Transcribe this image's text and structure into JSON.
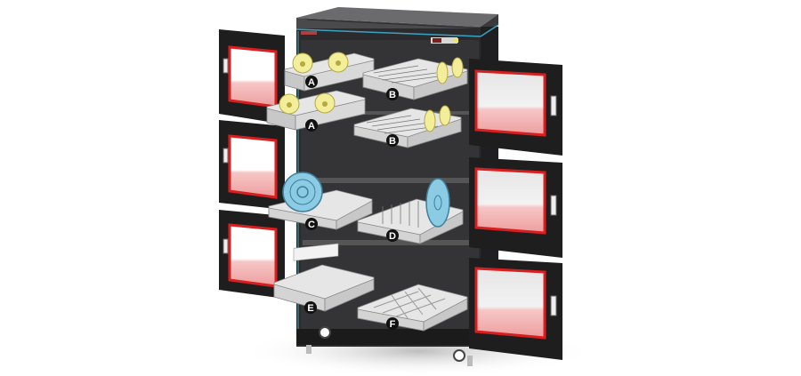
{
  "figure": {
    "subject": "dry storage cabinet with open doors and drawer options",
    "colors": {
      "cabinet_body": "#2b2b2d",
      "cabinet_top": "#5a5a5c",
      "accent_trim": "#3aa3c4",
      "door_frame": "#1e1e1e",
      "door_gasket": "#d81e1e",
      "window_glass": "#ffffff",
      "window_tint": "#f4b8b8",
      "drawer": "#d9d9d9",
      "reel_yellow": "#f3ee9a",
      "reel_blue": "#8ccbe4",
      "label_badge": "#111111",
      "shadow": "#cfcfcf"
    },
    "drawer_labels": [
      {
        "id": "A",
        "text": "A",
        "position": "upper-left drawer, top",
        "contents": "yellow reels"
      },
      {
        "id": "A2",
        "text": "A",
        "position": "upper-left drawer, second",
        "contents": "yellow reels"
      },
      {
        "id": "B",
        "text": "B",
        "position": "upper-right drawer, top",
        "contents": "tray racks with yellow reels"
      },
      {
        "id": "B2",
        "text": "B",
        "position": "upper-right drawer, second",
        "contents": "tray racks with yellow reels"
      },
      {
        "id": "C",
        "text": "C",
        "position": "middle-left drawer",
        "contents": "large blue reel"
      },
      {
        "id": "D",
        "text": "D",
        "position": "middle-right drawer",
        "contents": "wire divider rack with blue reel"
      },
      {
        "id": "E",
        "text": "E",
        "position": "bottom-left drawer",
        "contents": "perforated tray"
      },
      {
        "id": "F",
        "text": "F",
        "position": "bottom-right drawer",
        "contents": "grid compartment dividers"
      }
    ],
    "doors": {
      "left": [
        "top",
        "middle",
        "bottom"
      ],
      "right": [
        "top",
        "middle",
        "bottom"
      ]
    }
  }
}
